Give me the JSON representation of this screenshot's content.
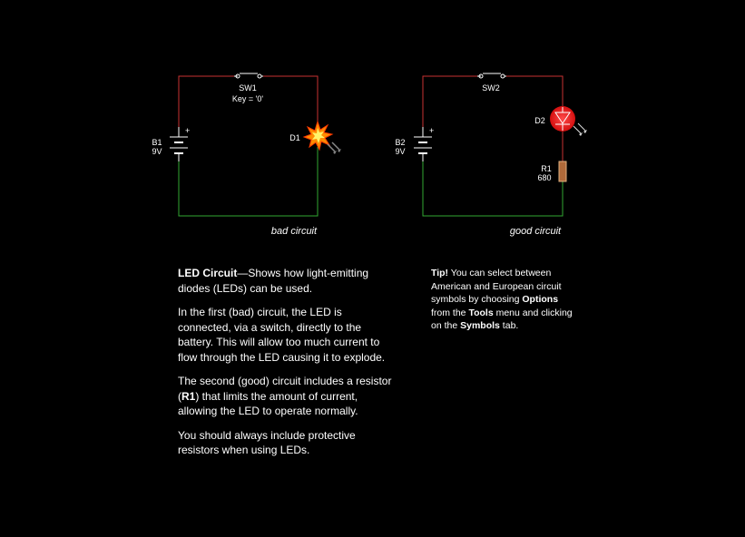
{
  "colors": {
    "wire_positive": "#c83232",
    "wire_negative": "#32a832",
    "led_red": "#e01818",
    "resistor": "#b06a3a",
    "explosion": "#ffb000"
  },
  "bad_circuit": {
    "switch_label": "SW1",
    "switch_key": "Key = '0'",
    "battery_label": "B1",
    "battery_voltage": "9V",
    "diode_label": "D1",
    "caption": "bad circuit",
    "icons": [
      "switch-icon",
      "battery-icon",
      "explosion-icon"
    ]
  },
  "good_circuit": {
    "switch_label": "SW2",
    "battery_label": "B2",
    "battery_voltage": "9V",
    "diode_label": "D2",
    "resistor_label": "R1",
    "resistor_value": "680",
    "caption": "good circuit",
    "icons": [
      "switch-icon",
      "battery-icon",
      "led-icon",
      "resistor-icon"
    ]
  },
  "description": {
    "title": "LED Circuit",
    "title_rest": "—Shows how light-emitting diodes (LEDs) can be used.",
    "p2": "In the first (bad) circuit, the LED is connected, via a switch, directly to the battery. This will allow too much current to flow through the LED causing it to explode.",
    "p3_a": "The second (good) circuit includes a resistor (",
    "p3_bold": "R1",
    "p3_b": ") that limits the amount of current, allowing the LED to operate normally.",
    "p4": "You should always include protective resistors when using LEDs."
  },
  "tip": {
    "label": "Tip!",
    "t1": " You can select between American and European circuit symbols by choosing ",
    "options": "Options",
    "t2": " from the ",
    "tools": "Tools",
    "t3": " menu and clicking on the ",
    "symbols": "Symbols",
    "t4": " tab."
  }
}
